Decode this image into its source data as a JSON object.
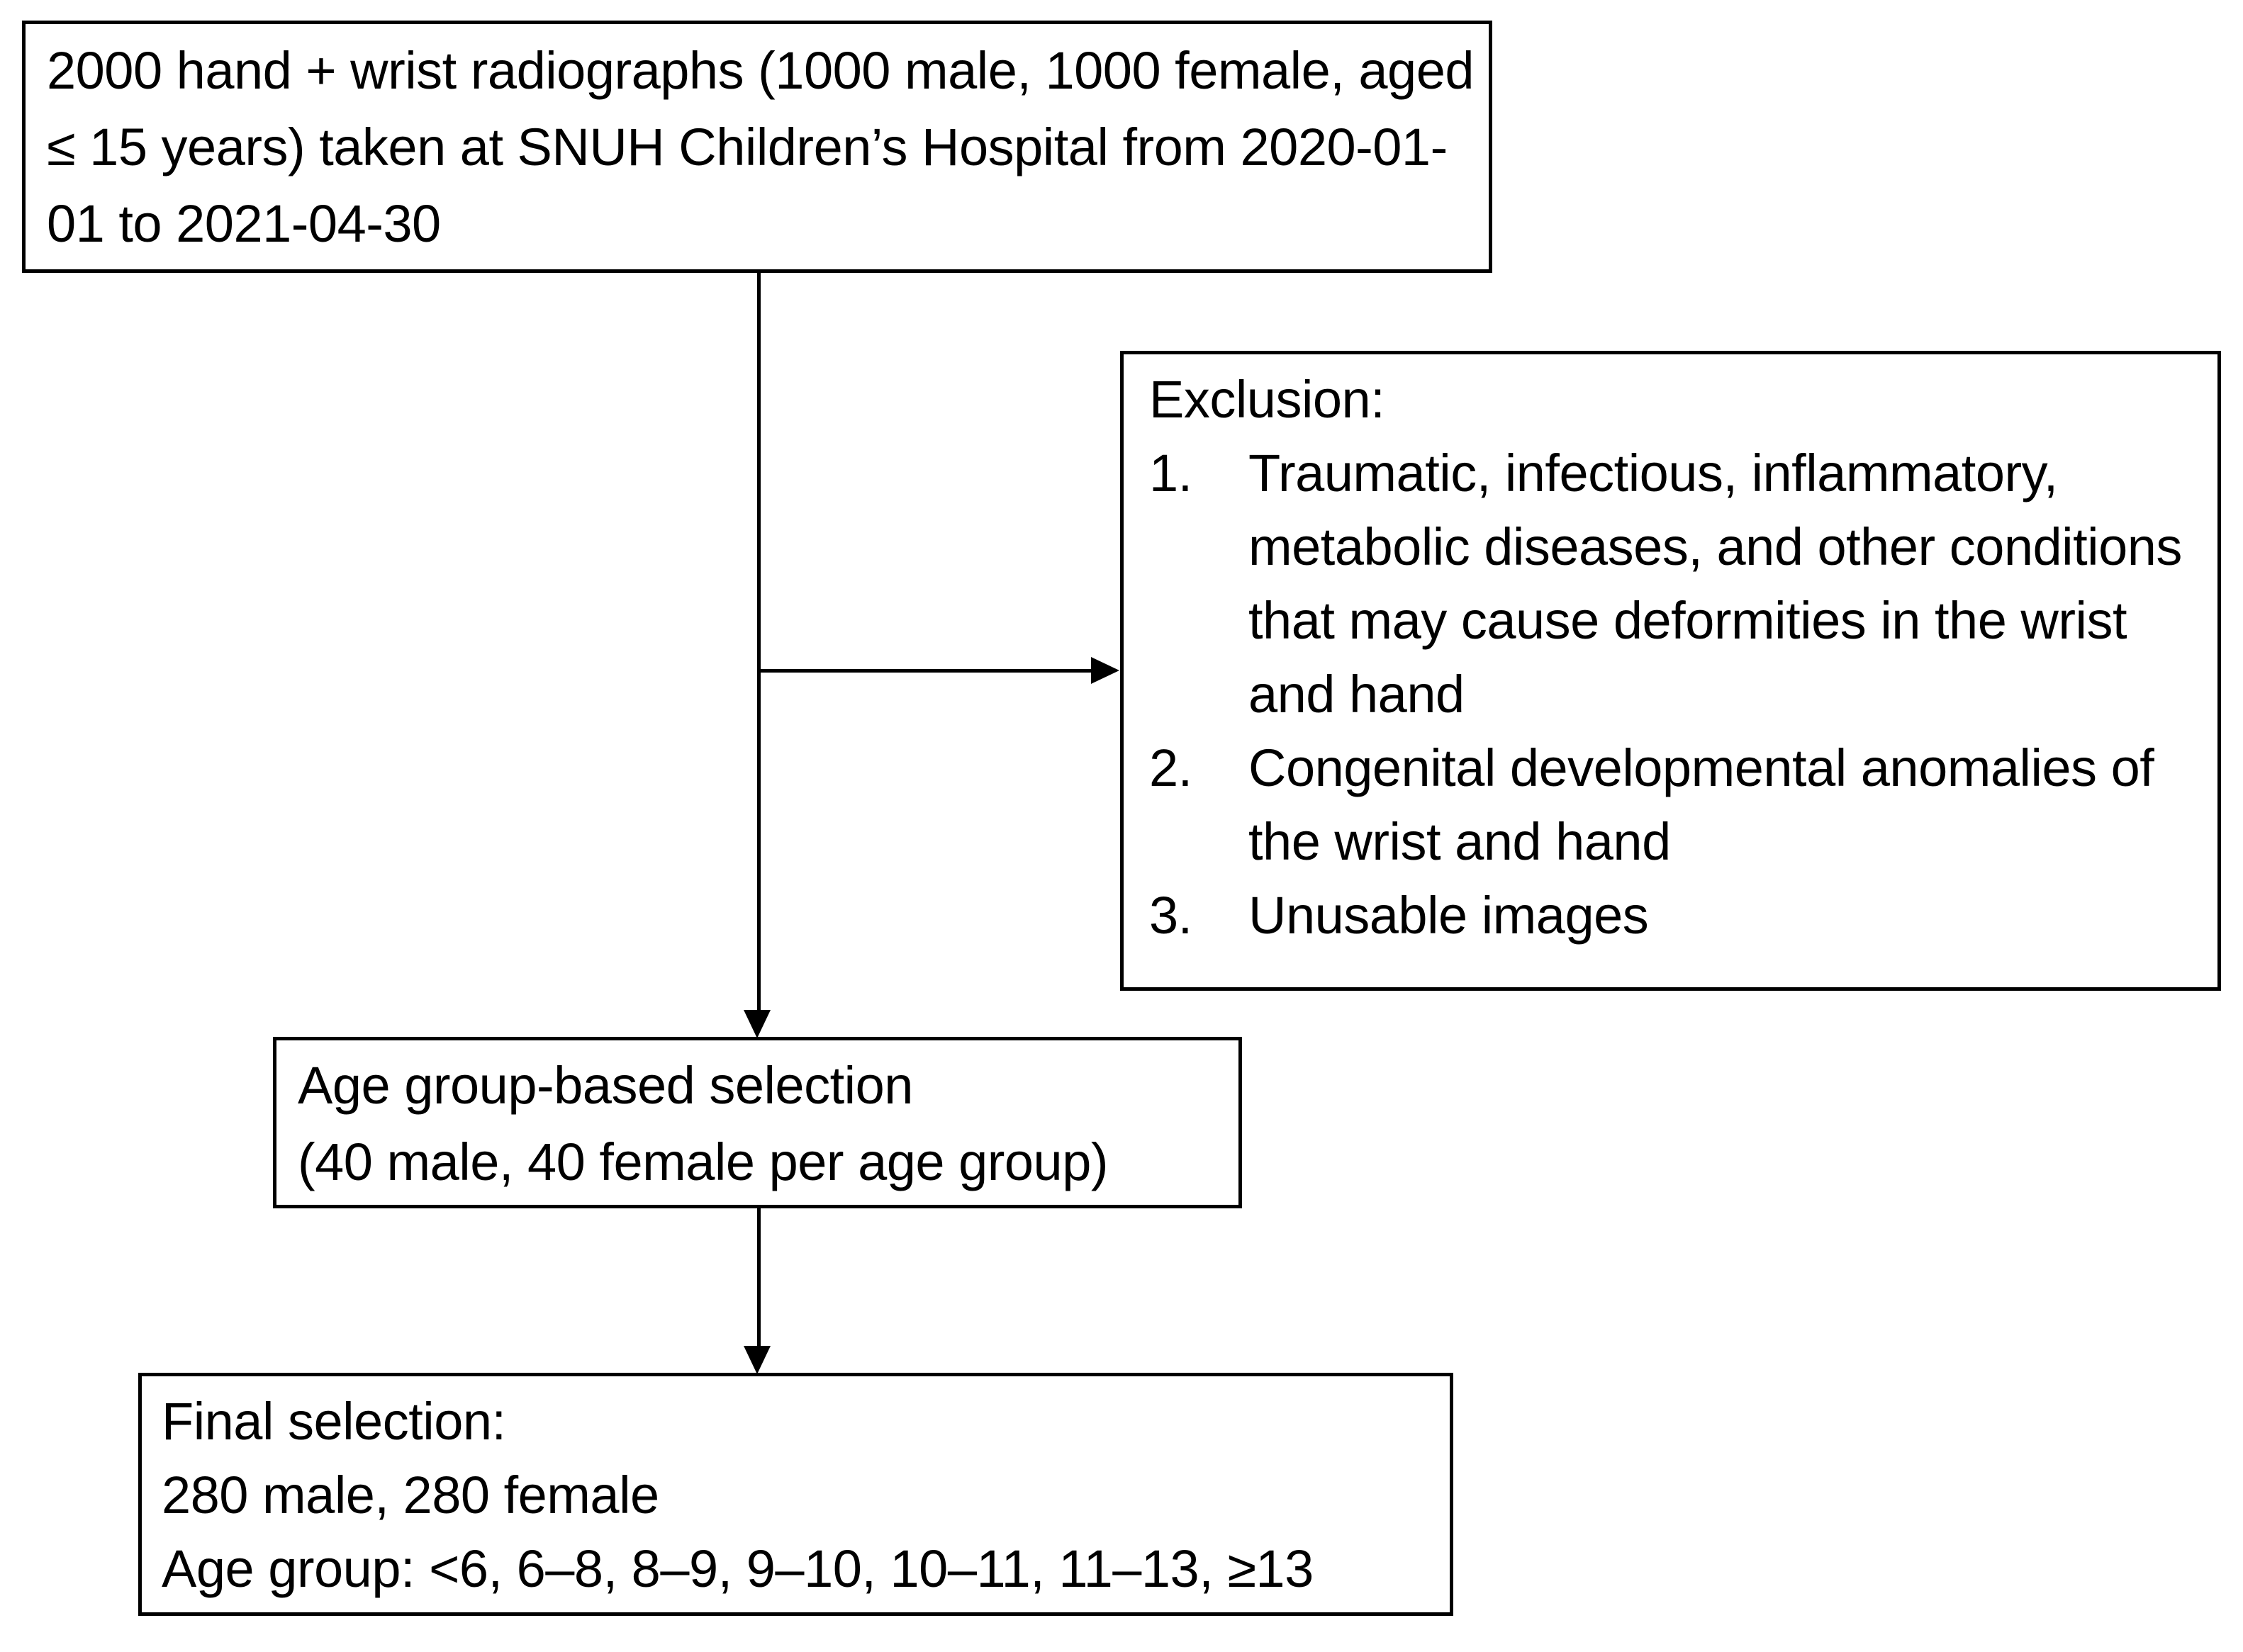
{
  "diagram": {
    "type": "flowchart",
    "title": "Study population selection flowchart",
    "orientation": "top-to-bottom",
    "colors": {
      "background": "#ffffff",
      "box_border": "#000000",
      "text": "#000000",
      "connector": "#000000"
    },
    "boxes": {
      "source": {
        "text": "2000 hand + wrist radiographs (1000 male, 1000 female, aged ≤ 15 years) taken at SNUH Children’s Hospital from 2020-01-01 to 2021-04-30"
      },
      "exclusion": {
        "title": "Exclusion:",
        "items": [
          {
            "number": "1.",
            "text": "Traumatic, infectious, inflammatory, metabolic diseases, and other conditions that may cause deformities in the wrist and hand"
          },
          {
            "number": "2.",
            "text": "Congenital developmental anomalies of the wrist and hand"
          },
          {
            "number": "3.",
            "text": "Unusable images"
          }
        ]
      },
      "agegroup": {
        "text": "Age group-based selection\n(40 male, 40 female per age group)"
      },
      "final": {
        "text": "Final selection:\n280 male, 280 female\nAge group: <6, 6–8, 8–9, 9–10, 10–11, 11–13, ≥13"
      }
    },
    "connectors": [
      {
        "name": "source-to-agegroup",
        "from": "source",
        "to": "agegroup",
        "direction": "down",
        "arrowhead": "filled-triangle"
      },
      {
        "name": "source-to-exclusion",
        "from": "source",
        "to": "exclusion",
        "direction": "right",
        "arrowhead": "filled-triangle"
      },
      {
        "name": "agegroup-to-final",
        "from": "agegroup",
        "to": "final",
        "direction": "down",
        "arrowhead": "filled-triangle"
      }
    ]
  }
}
